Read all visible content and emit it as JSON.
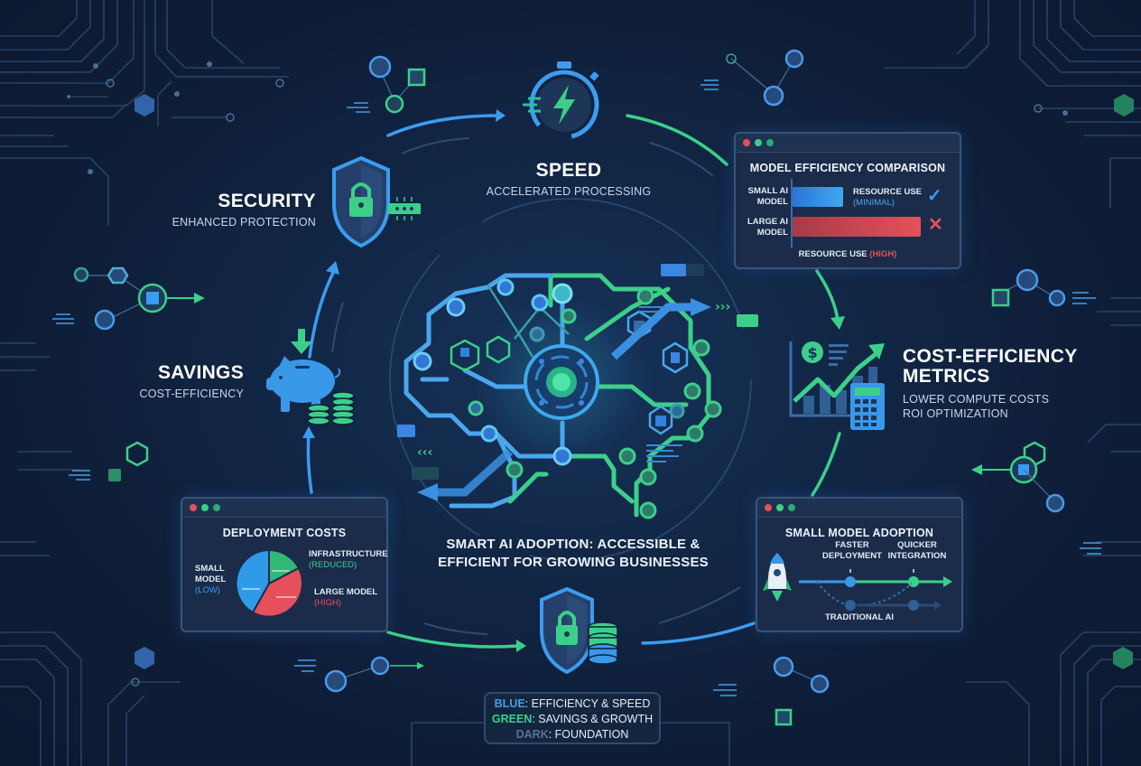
{
  "diagram": {
    "central_title": {
      "line1": "SMART AI ADOPTION: ACCESSIBLE &",
      "line2": "EFFICIENT FOR GROWING BUSINESSES"
    },
    "nodes": {
      "speed": {
        "title": "SPEED",
        "subtitle": "ACCELERATED PROCESSING",
        "icon": "stopwatch-lightning-icon"
      },
      "security": {
        "title": "SECURITY",
        "subtitle": "ENHANCED PROTECTION",
        "icon": "shield-lock-icon"
      },
      "savings": {
        "title": "SAVINGS",
        "subtitle": "COST-EFFICIENCY",
        "icon": "piggy-bank-icon"
      },
      "cost_efficiency": {
        "title_line1": "COST-EFFICIENCY",
        "title_line2": "METRICS",
        "subtitle_line1": "LOWER COMPUTE COSTS",
        "subtitle_line2": "ROI OPTIMIZATION",
        "icon": "chart-calculator-icon"
      },
      "data_security": {
        "icon": "shield-database-icon"
      },
      "brain": {
        "icon": "circuit-brain-icon"
      }
    },
    "panels": {
      "model_efficiency": {
        "title": "MODEL EFFICIENCY COMPARISON",
        "rows": [
          {
            "label_line1": "SMALL AI",
            "label_line2": "MODEL",
            "bar_color": "#2f8fe8",
            "value_label": "RESOURCE USE",
            "value_note": "(MINIMAL)",
            "status": "check"
          },
          {
            "label_line1": "LARGE AI",
            "label_line2": "MODEL",
            "bar_color": "#e0525a",
            "status": "cross"
          }
        ],
        "axis_label": "RESOURCE USE",
        "axis_note": "(HIGH)"
      },
      "deployment_costs": {
        "title": "DEPLOYMENT COSTS",
        "slices": [
          {
            "label_line1": "SMALL",
            "label_line2": "MODEL",
            "note": "(LOW)",
            "color": "#2f9be8"
          },
          {
            "label_line1": "INFRASTRUCTURE",
            "note": "(REDUCED)",
            "color": "#2fb878"
          },
          {
            "label_line1": "LARGE MODEL",
            "note": "(HIGH)",
            "color": "#e6505a"
          }
        ]
      },
      "small_model_adoption": {
        "title": "SMALL MODEL ADOPTION",
        "milestones": [
          {
            "line1": "FASTER",
            "line2": "DEPLOYMENT"
          },
          {
            "line1": "QUICKER",
            "line2": "INTEGRATION"
          }
        ],
        "baseline_label": "TRADITIONAL AI"
      }
    },
    "legend": {
      "blue_key": "BLUE",
      "blue_text": ": EFFICIENCY & SPEED",
      "green_key": "GREEN",
      "green_text": ": SAVINGS & GROWTH",
      "dark_key": "DARK",
      "dark_text": ": FOUNDATION"
    },
    "colors": {
      "background": "#0f1e38",
      "blue": "#3b9cf0",
      "green": "#3ccf8a",
      "red": "#e6505a",
      "trace": "#2c4a70"
    }
  }
}
